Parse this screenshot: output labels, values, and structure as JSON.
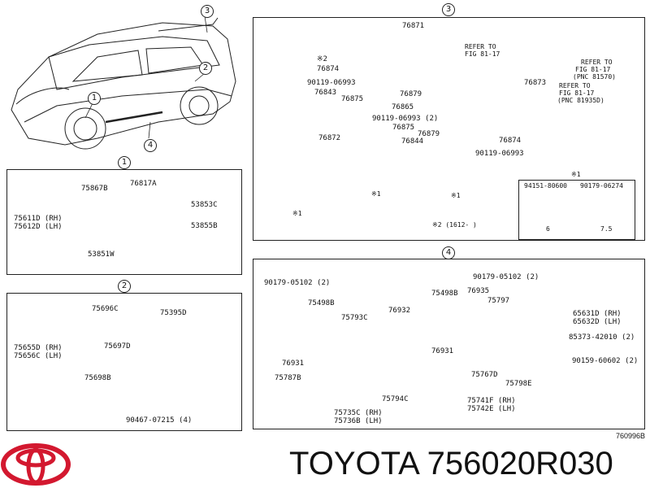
{
  "callouts": {
    "c1": "1",
    "c2": "2",
    "c3": "3",
    "c4": "4"
  },
  "panel3": {
    "top_num": "76871",
    "parts": {
      "p76874a": "76874",
      "p76843": "76843",
      "p76875a": "76875",
      "p90119a": "90119-06993",
      "p76872": "76872",
      "p76879a": "76879",
      "p76865": "76865",
      "p90119b": "90119-06993 (2)",
      "p76875b": "76875",
      "p76879b": "76879",
      "p76844": "76844",
      "p76874b": "76874",
      "p90119c": "90119-06993",
      "p76873": "76873"
    },
    "marks": {
      "m2": "※2",
      "m1": "※1"
    },
    "refer1": [
      "REFER TO",
      "FIG 81-17"
    ],
    "refer2": [
      "REFER TO",
      "FIG 81-17",
      "(PNC 81570)"
    ],
    "refer3": [
      "REFER TO",
      "FIG 81-17",
      "(PNC 81935D)"
    ],
    "footnote": "※2 (1612-    )",
    "table": {
      "title": "※1",
      "col1": "94151-80600",
      "col2": "90179-06274",
      "dim1": "6",
      "dim2": "7.5"
    }
  },
  "panel1": {
    "p75867": "75867B",
    "p76817": "76817A",
    "p75611": "75611D (RH)",
    "p75612": "75612D (LH)",
    "p53853": "53853C",
    "p53855": "53855B",
    "p53851": "53851W"
  },
  "panel2": {
    "p75696": "75696C",
    "p75395": "75395D",
    "p75655": "75655D (RH)",
    "p75656": "75656C (LH)",
    "p75697": "75697D",
    "p75698": "75698B",
    "p90467": "90467-07215 (4)"
  },
  "panel4": {
    "p90179a": "90179-05102 (2)",
    "p75498a": "75498B",
    "p76932": "76932",
    "p75793": "75793C",
    "p76931a": "76931",
    "p75787": "75787B",
    "p75794": "75794C",
    "p75735": "75735C (RH)",
    "p75736": "75736B (LH)",
    "p90179b": "90179-05102 (2)",
    "p75498b": "75498B",
    "p76935": "76935",
    "p75797": "75797",
    "p76931b": "76931",
    "p75767": "75767D",
    "p75798": "75798E",
    "p75741": "75741F (RH)",
    "p75742": "75742E (LH)",
    "p65631": "65631D (RH)",
    "p65632": "65632D (LH)",
    "p85373": "85373-42010 (2)",
    "p90159": "90159-60602 (2)"
  },
  "diagram_code": "760996B",
  "footer": {
    "brand_text": "TOYOTA 756020R030",
    "logo_name": "toyota-logo"
  }
}
